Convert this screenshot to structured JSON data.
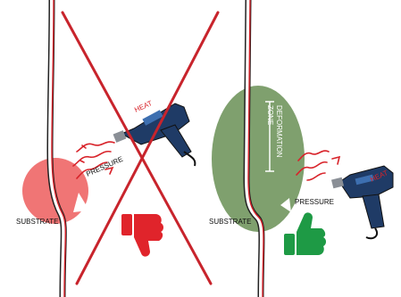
{
  "left_panel": {
    "heat_label": "HEAT",
    "pressure_label": "PRESSURE",
    "substrate_label": "SUBSTRATE",
    "verdict_icon": "thumbs-down-icon",
    "overlay_icon": "cross-out-icon",
    "zone_color": "#ee6666"
  },
  "right_panel": {
    "heat_label": "HEAT",
    "pressure_label": "PRESSURE",
    "substrate_label": "SUBSTRATE",
    "zone_label_line1": "DEFORMATION",
    "zone_label_line2": "ZONE",
    "verdict_icon": "thumbs-up-icon",
    "zone_color": "#7fa06e"
  },
  "colors": {
    "heat_text": "#d8232a",
    "cross": "#c8242c",
    "thumb_down": "#e0242b",
    "thumb_up": "#1e9a45",
    "gun_body": "#1f3b66"
  }
}
